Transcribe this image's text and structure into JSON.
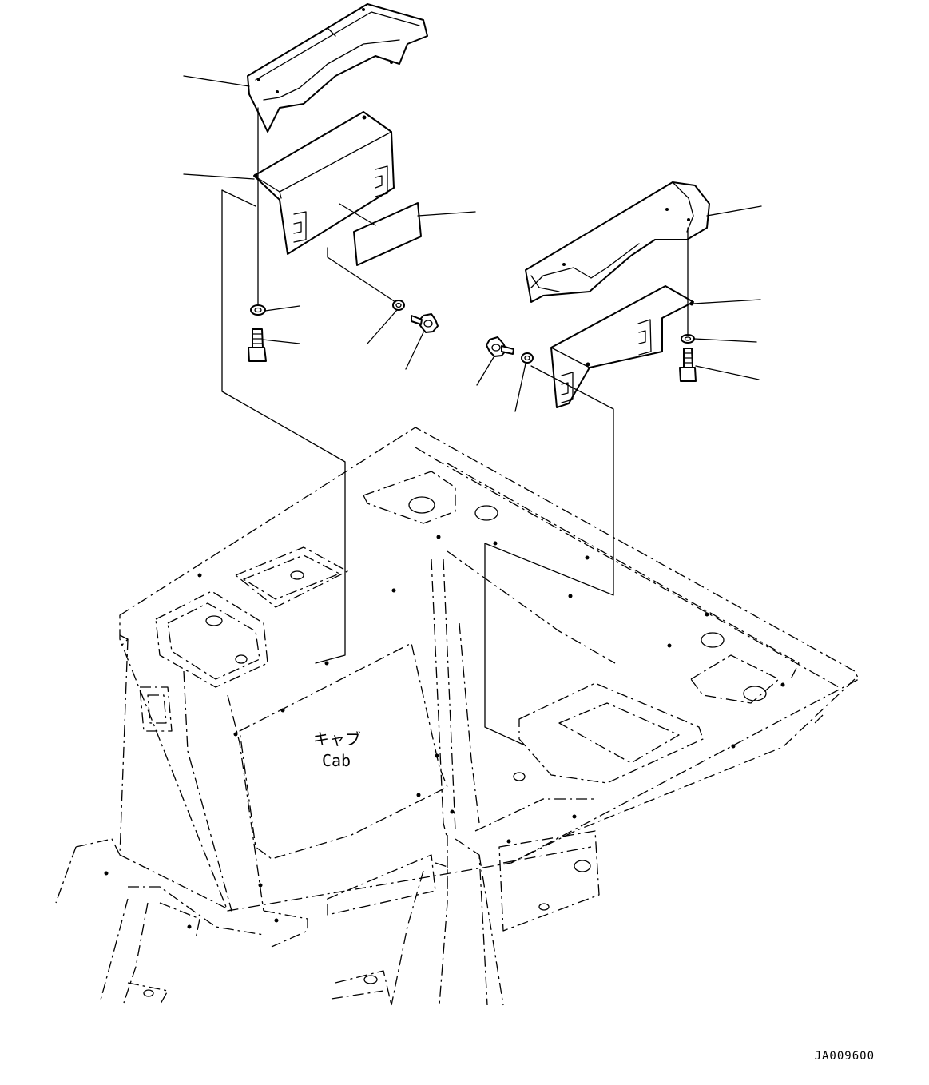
{
  "cab_label_jp": "キャブ",
  "cab_label_en": "Cab",
  "drawing_code": "JA009600"
}
